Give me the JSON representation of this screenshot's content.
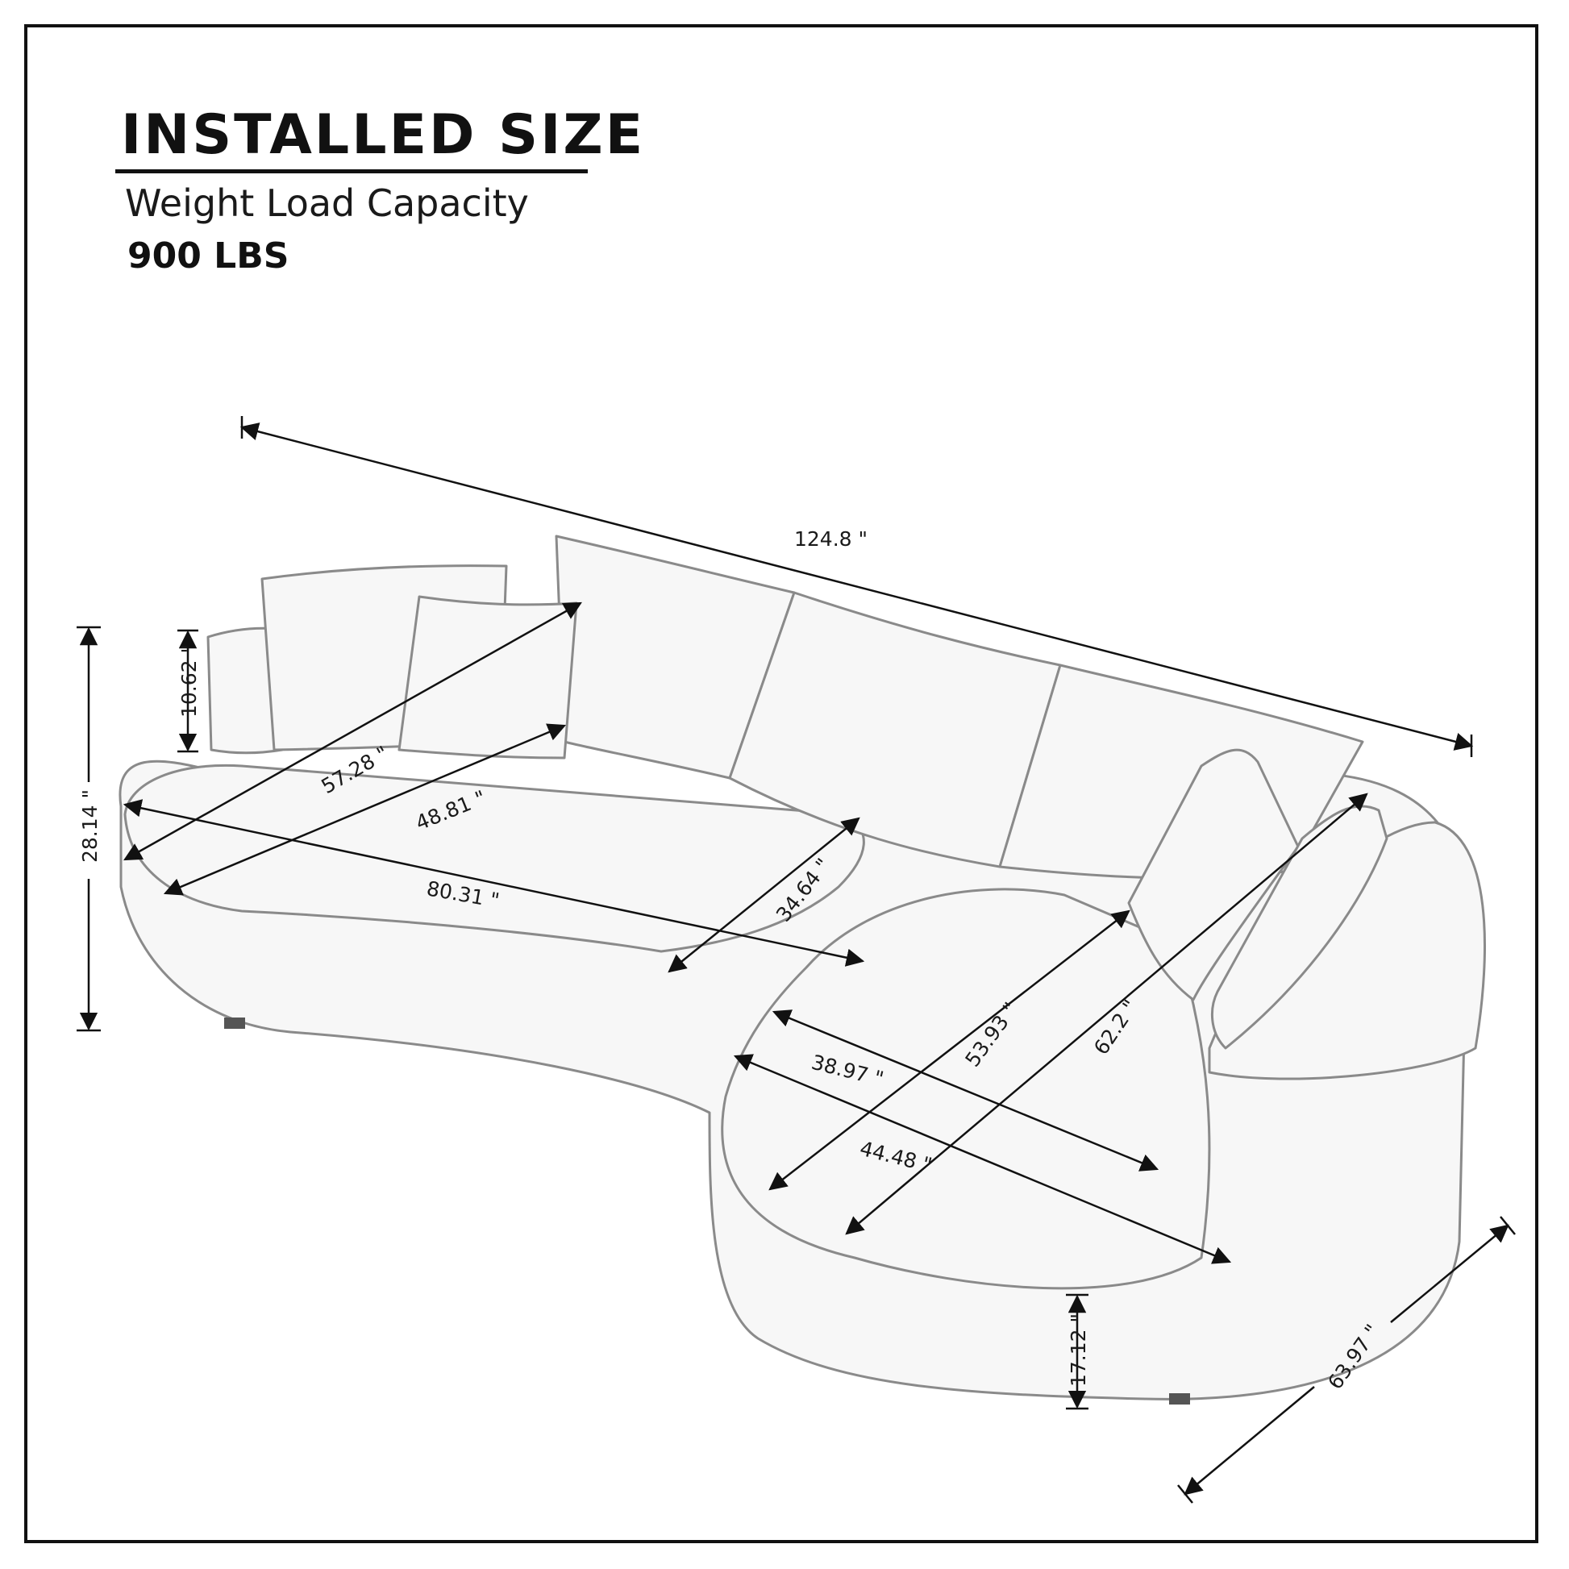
{
  "header": {
    "title": "INSTALLED  SIZE",
    "subtitle": "Weight Load Capacity",
    "capacity": "900 LBS"
  },
  "dimensions": {
    "total_length": "124.8 \"",
    "back_diagonal": "57.28 \"",
    "seat_diagonal": "48.81 \"",
    "pillow_height": "10.62 \"",
    "total_height": "28.14 \"",
    "seat_length": "80.31 \"",
    "seat_depth": "34.64 \"",
    "chaise_seat_width": "38.97 \"",
    "chaise_seat_length": "53.93 \"",
    "chaise_total_length": "62.2 \"",
    "chaise_width": "44.48 \"",
    "seat_height": "17.12 \"",
    "chaise_depth": "63.97 \""
  },
  "colors": {
    "line": "#111111",
    "sofa_outline": "#8a8a8a",
    "sofa_fill": "#f7f7f7"
  }
}
